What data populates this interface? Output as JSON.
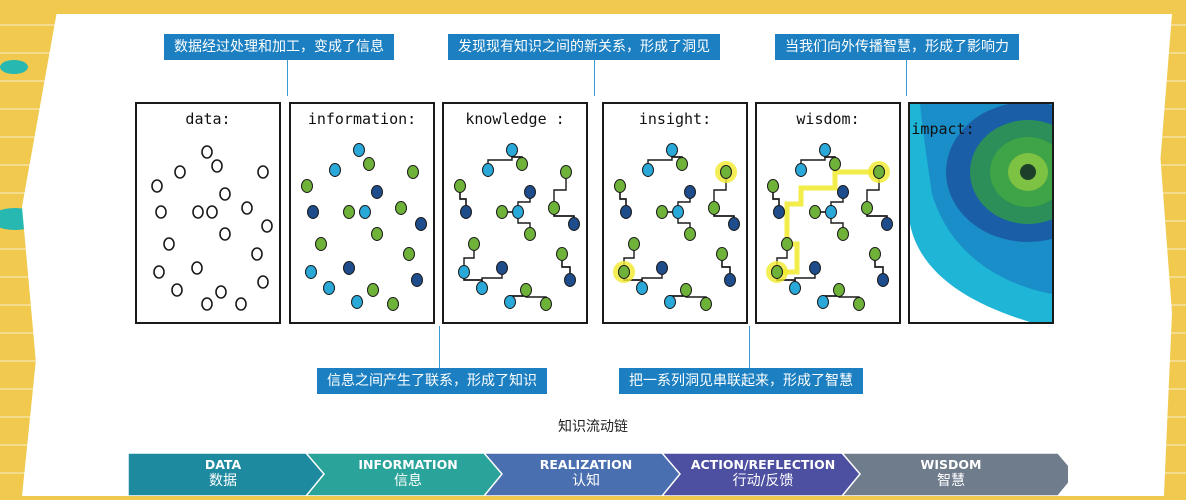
{
  "callouts": {
    "top": [
      "数据经过处理和加工，变成了信息",
      "发现现有知识之间的新关系，形成了洞见",
      "当我们向外传播智慧，形成了影响力"
    ],
    "bottom": [
      "信息之间产生了联系，形成了知识",
      "把一系列洞见串联起来，形成了智慧"
    ]
  },
  "panels": [
    {
      "label": "data:"
    },
    {
      "label": "information:"
    },
    {
      "label": "knowledge :"
    },
    {
      "label": "insight:"
    },
    {
      "label": "wisdom:"
    },
    {
      "label": "impact:"
    }
  ],
  "caption": "知识流动链",
  "chain": [
    {
      "en": "DATA",
      "zh": "数据",
      "color": "#1e8aa0"
    },
    {
      "en": "INFORMATION",
      "zh": "信息",
      "color": "#2aa39a"
    },
    {
      "en": "REALIZATION",
      "zh": "认知",
      "color": "#4a6fb0"
    },
    {
      "en": "ACTION/REFLECTION",
      "zh": "行动/反馈",
      "color": "#4d4fa0"
    },
    {
      "en": "WISDOM",
      "zh": "智慧",
      "color": "#6f7c8c"
    }
  ],
  "colors": {
    "callout": "#1b7fc1",
    "dot_light_blue": "#2aa8d8",
    "dot_green": "#6fb23a",
    "dot_navy": "#1f4d8c",
    "highlight": "#f0ea2c"
  }
}
